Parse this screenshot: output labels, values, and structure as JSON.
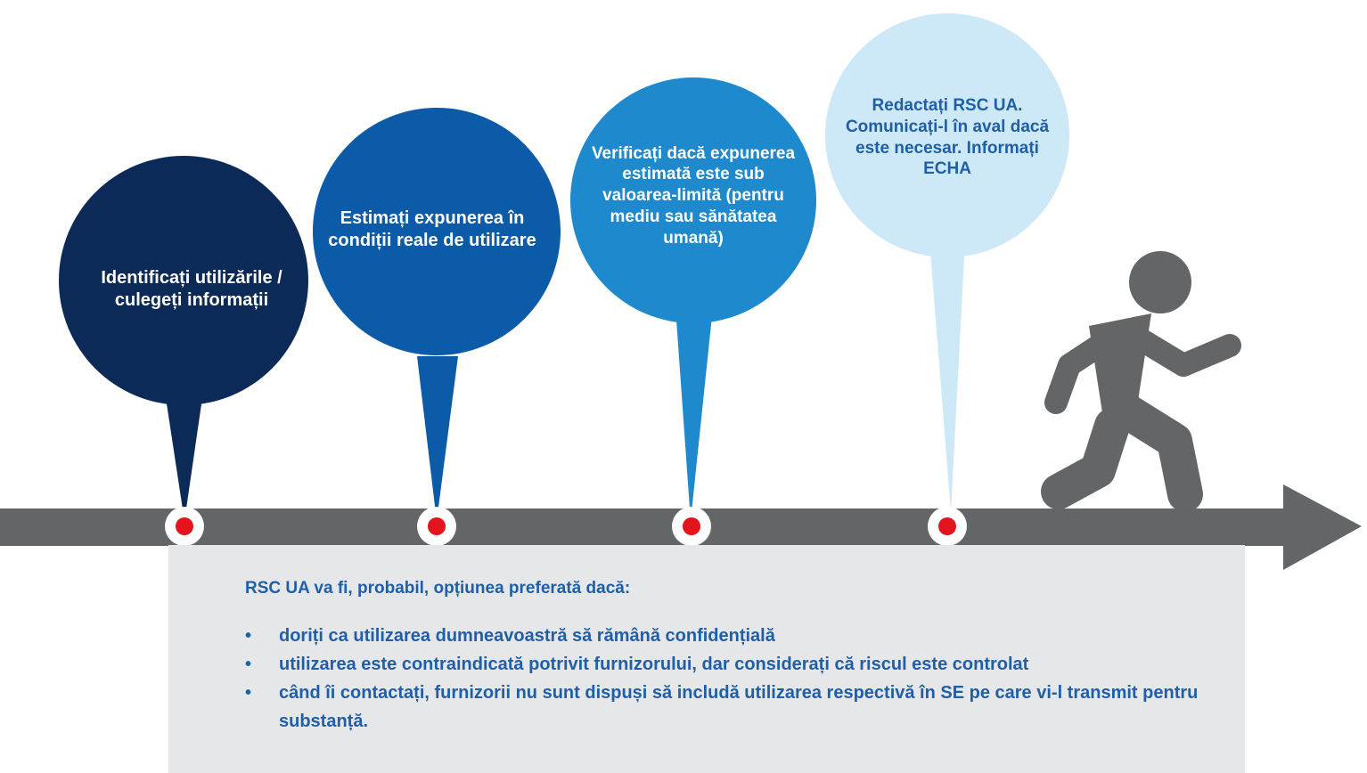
{
  "steps": [
    {
      "label": "Identificați utilizările / culegeți informații",
      "color": "#0b2a57"
    },
    {
      "label": "Estimați expunerea în condiții reale de utilizare",
      "color": "#0c5ba8"
    },
    {
      "label": "Verificați dacă expunerea estimată este sub valoarea-limită (pentru mediu sau sănătatea umană)",
      "color": "#1e89cc"
    },
    {
      "label": "Redactați RSC UA. Comunicați-l în aval dacă este necesar. Informați ECHA",
      "color": "#cde9f8"
    }
  ],
  "colors": {
    "arrow": "#646567",
    "marker": "#e3141b",
    "box": "#e6e7e8",
    "text_blue": "#1f5fa8"
  },
  "icons": {
    "runner": "running-person-icon"
  },
  "info": {
    "title": "RSC UA va fi, probabil, opțiunea preferată dacă:",
    "items": [
      "doriți ca utilizarea dumneavoastră să rămână confidențială",
      "utilizarea este contraindicată potrivit furnizorului, dar considerați că riscul este controlat",
      "când îi contactați, furnizorii nu sunt dispuși să includă utilizarea respectivă în SE pe care vi-l transmit pentru substanță."
    ]
  }
}
